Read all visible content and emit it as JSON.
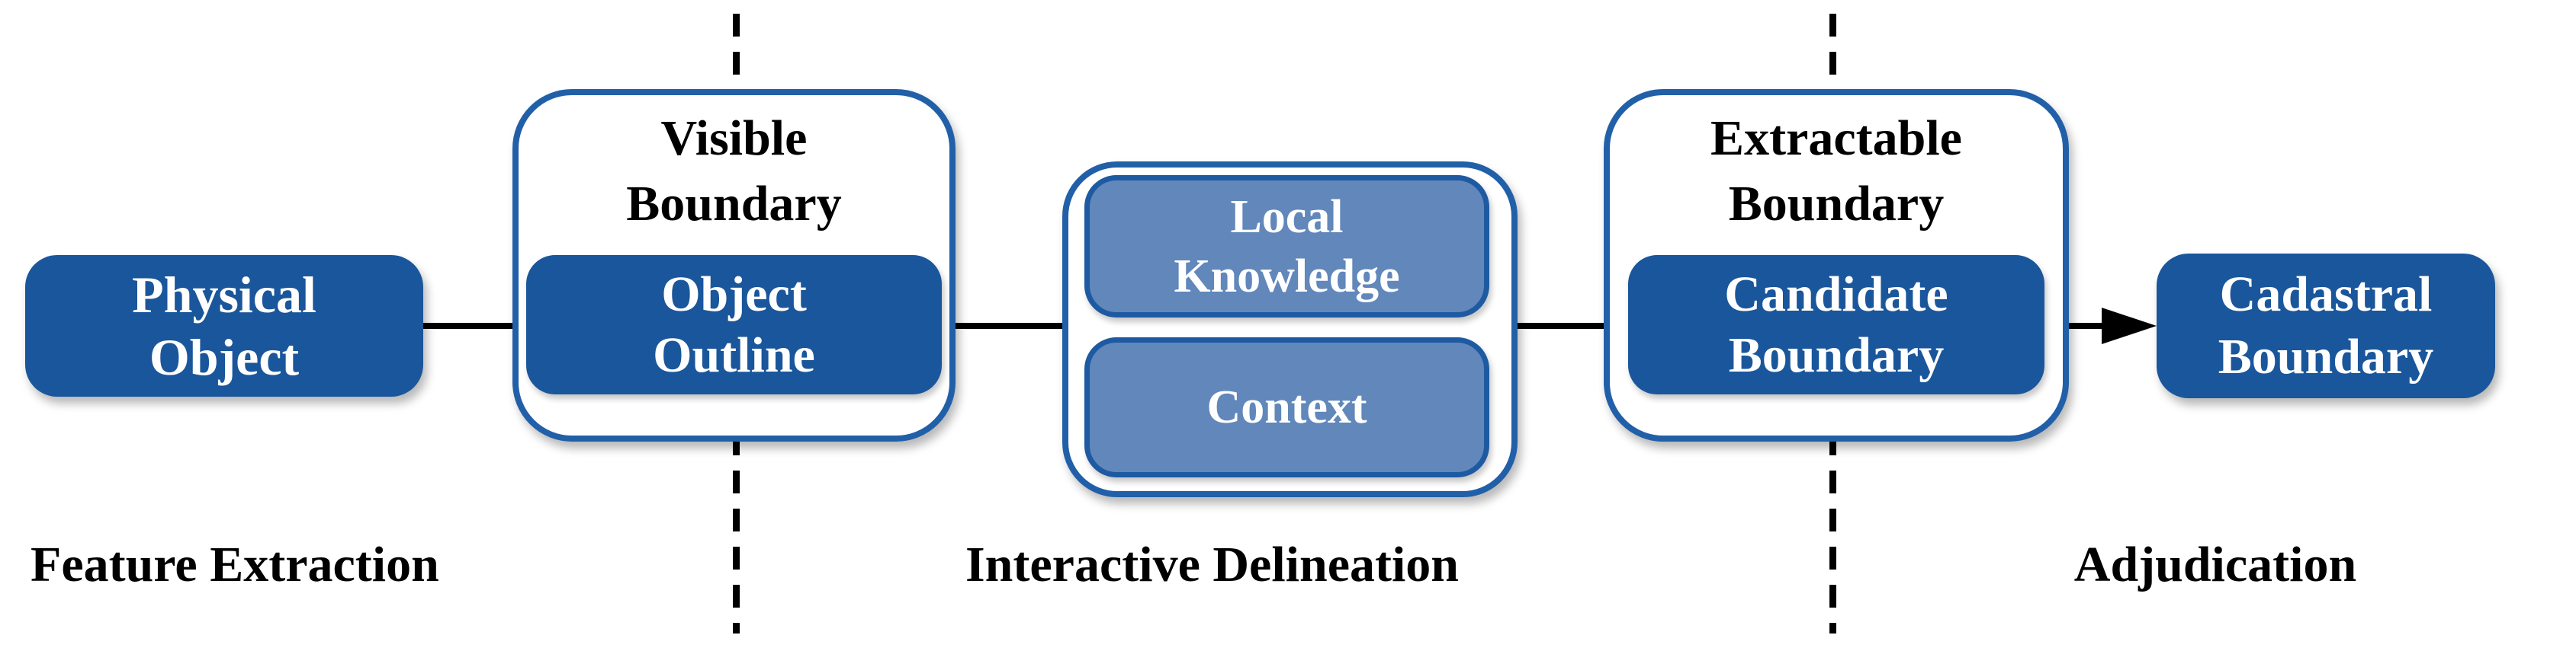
{
  "figure": {
    "nodes": {
      "physical_object": {
        "lines": [
          "Physical",
          "Object"
        ]
      },
      "visible_boundary": {
        "title_lines": [
          "Visible",
          "Boundary"
        ],
        "inner_lines": [
          "Object",
          "Outline"
        ]
      },
      "knowledge_group": {
        "local_knowledge_lines": [
          "Local",
          "Knowledge"
        ],
        "context_label": "Context"
      },
      "extractable_boundary": {
        "title_lines": [
          "Extractable",
          "Boundary"
        ],
        "inner_lines": [
          "Candidate",
          "Boundary"
        ]
      },
      "cadastral_boundary": {
        "lines": [
          "Cadastral",
          "Boundary"
        ]
      }
    },
    "stage_labels": [
      "Feature Extraction",
      "Interactive Delineation",
      "Adjudication"
    ],
    "colors": {
      "dark_blue": "#1A569B",
      "light_blue": "#6187BB",
      "outline_blue": "#2160A8",
      "light_border": "#1E5AA1",
      "line_black": "#000000"
    }
  }
}
